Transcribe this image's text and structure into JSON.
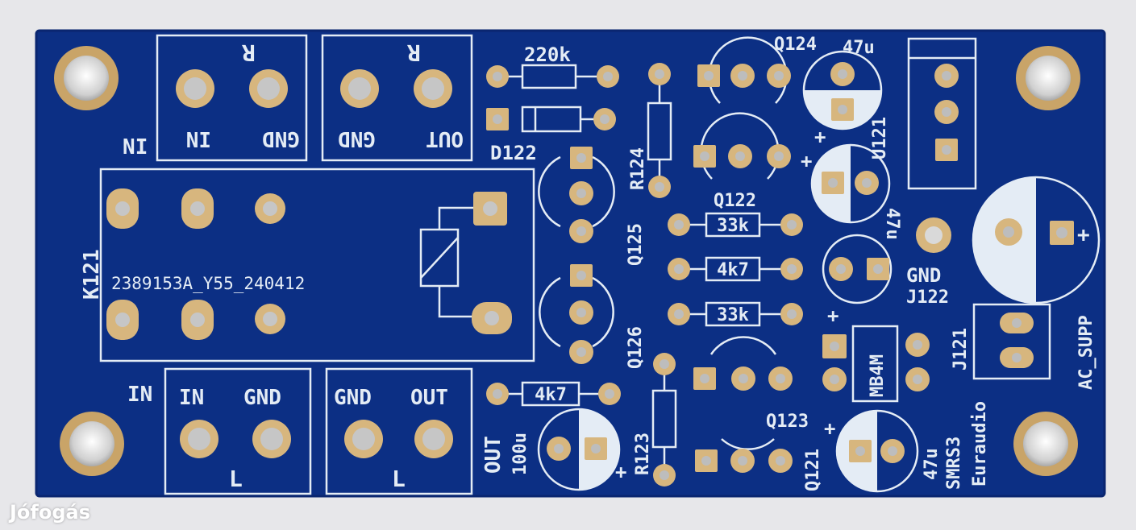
{
  "watermark": "Jófogás",
  "colors": {
    "background": "#e7e7ea",
    "board": "#0c2f84",
    "silk": "#e4ecf5",
    "pad": "#d7b67e",
    "drill": "#c9c9c9"
  },
  "silkscreen": {
    "top_in_left": "IN",
    "r_in_in": "IN",
    "r_in_gnd": "GND",
    "r_in_r": "R",
    "r_out_gnd": "GND",
    "r_out_out": "OUT",
    "r_out_r": "R",
    "res_top": "220k",
    "diode": "D122",
    "r124": "R124",
    "q124": "Q124",
    "q122": "Q122",
    "q125": "Q125",
    "q126": "Q126",
    "cap_top": "47u",
    "cap_mid": "47u",
    "u121": "U121",
    "relay": "K121",
    "relay_part": "2389153A_Y55_240412",
    "r33k_a": "33k",
    "r4k7_a": "4k7",
    "r33k_b": "33k",
    "gnd": "GND",
    "j122": "J122",
    "ac_supp": "AC_SUPP",
    "j121": "J121",
    "mb4m": "MB4M",
    "bottom_in_left": "IN",
    "l_in_in": "IN",
    "l_in_gnd": "GND",
    "l_in_l": "L",
    "l_out_gnd": "GND",
    "l_out_out": "OUT",
    "l_out_l": "L",
    "r4k7_b": "4k7",
    "r123": "R123",
    "q123": "Q123",
    "q121": "Q121",
    "out_label": "OUT",
    "cap_100u": "100u",
    "cap_bottom": "47u",
    "smrs3": "SMRS3",
    "euraudio": "Euraudio",
    "plus": "+"
  }
}
